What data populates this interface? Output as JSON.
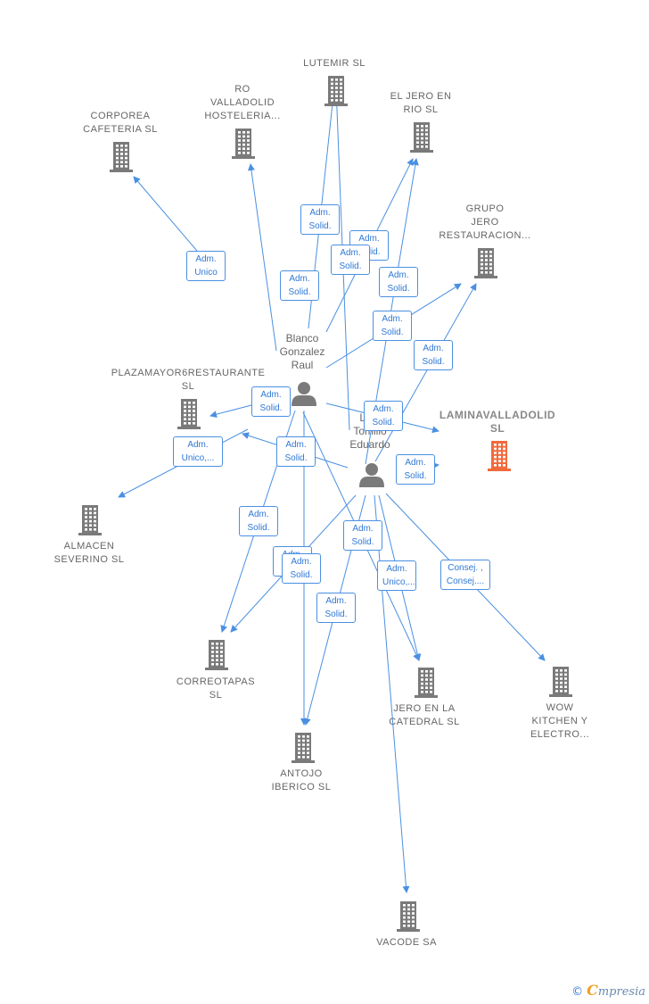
{
  "companies": [
    {
      "id": "lutemir",
      "label": "LUTEMIR  SL"
    },
    {
      "id": "ro",
      "label": "RO\nVALLADOLID\nHOSTELERIA..."
    },
    {
      "id": "corporea",
      "label": "CORPOREA\nCAFETERIA  SL"
    },
    {
      "id": "eljero",
      "label": "EL JERO EN\nRIO  SL"
    },
    {
      "id": "grupo",
      "label": "GRUPO\nJERO\nRESTAURACION..."
    },
    {
      "id": "plaza",
      "label": "PLAZAMAYOR6RESTAURANTE\nSL"
    },
    {
      "id": "lamina",
      "label": "LAMINAVALLADOLID\nSL",
      "highlight": true
    },
    {
      "id": "almacen",
      "label": "ALMACEN\nSEVERINO  SL"
    },
    {
      "id": "correo",
      "label": "CORREOTAPAS\nSL"
    },
    {
      "id": "catedral",
      "label": "JERO EN LA\nCATEDRAL  SL"
    },
    {
      "id": "wow",
      "label": "WOW\nKITCHEN Y\nELECTRO..."
    },
    {
      "id": "antojo",
      "label": "ANTOJO\nIBERICO  SL"
    },
    {
      "id": "vacode",
      "label": "VACODE SA"
    }
  ],
  "persons": [
    {
      "id": "blanco",
      "label": "Blanco\nGonzalez\nRaul"
    },
    {
      "id": "lopez",
      "label": "Lo...\nTomillo\nEduardo"
    }
  ],
  "edges": [
    {
      "label": "Adm.\nUnico"
    },
    {
      "label": "Adm.\nSolid."
    },
    {
      "label": "Adm.\nSolid."
    },
    {
      "label": "Adm.\nSolid."
    },
    {
      "label": "Adm.\nSolid."
    },
    {
      "label": "Adm.\nSolid."
    },
    {
      "label": "Adm.\nSolid."
    },
    {
      "label": "Adm.\nSolid."
    },
    {
      "label": "Adm.\nSolid."
    },
    {
      "label": "Adm.\nSolid."
    },
    {
      "label": "Adm.\nUnico,..."
    },
    {
      "label": "Adm.\nSolid."
    },
    {
      "label": "Adm.\nSolid."
    },
    {
      "label": "Adm.\nSolid."
    },
    {
      "label": "Adm.\nSolid."
    },
    {
      "label": "Adm.\nSolid."
    },
    {
      "label": "Adm.\nSolid."
    },
    {
      "label": "Adm.\nSolid."
    },
    {
      "label": "Adm.\nUnico,..."
    },
    {
      "label": "Consej. ,\nConsej...."
    }
  ],
  "footer": {
    "copyright": "©",
    "brand_e": "C",
    "brand_rest": "mpresia"
  },
  "colors": {
    "edge": "#4a90e2",
    "building": "#7a7a7a",
    "highlight": "#f26a3c",
    "person": "#7a7a7a"
  }
}
